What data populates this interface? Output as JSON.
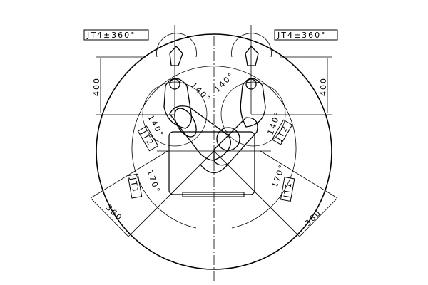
{
  "labels": {
    "jt4_left": "JT4±360°",
    "jt4_right": "JT4±360°",
    "dim_400_left": "400",
    "dim_400_right": "400",
    "angle_140_top_left": "140°",
    "angle_140_top_right": "140°",
    "angle_140_left": "140°",
    "angle_140_right": "140°",
    "jt2_left": "JT2",
    "jt2_right": "JT2",
    "angle_170_left": "170°",
    "angle_170_right": "170°",
    "jt1_left": "JT1",
    "jt1_right": "JT1",
    "dim_360_left": "360",
    "dim_360_right": "360"
  }
}
